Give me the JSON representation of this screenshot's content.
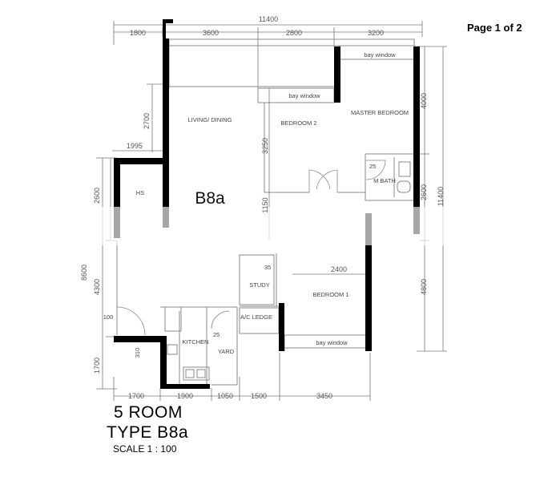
{
  "page_label": "Page 1 of 2",
  "title": "5 ROOM",
  "unit_type": "TYPE B8a",
  "scale": "SCALE 1 : 100",
  "unit_code": "B8a",
  "rooms": {
    "living_dining": "LIVING/ DINING",
    "bedroom2": "BEDROOM 2",
    "master_bedroom": "MASTER BEDROOM",
    "hs": "HS",
    "m_bath": "M BATH",
    "study": "STUDY",
    "bedroom1": "BEDROOM 1",
    "kitchen": "KITCHEN",
    "yard": "YARD",
    "ac_ledge": "A/C LEDGE"
  },
  "labels": {
    "bay_window": "bay window",
    "door_25": "25",
    "door_35": "35",
    "wall_310": "310",
    "wall_100": "100"
  },
  "dimensions": {
    "top": [
      "11400",
      "1800",
      "3600",
      "2800",
      "3200"
    ],
    "bottom": [
      "1700",
      "1900",
      "1050",
      "1500",
      "3450"
    ],
    "left": [
      "2700",
      "1995",
      "2600",
      "8600",
      "4300",
      "1700",
      "3250",
      "1150"
    ],
    "right": [
      "4000",
      "2600",
      "11400",
      "4800"
    ],
    "inner": [
      "2400"
    ]
  }
}
